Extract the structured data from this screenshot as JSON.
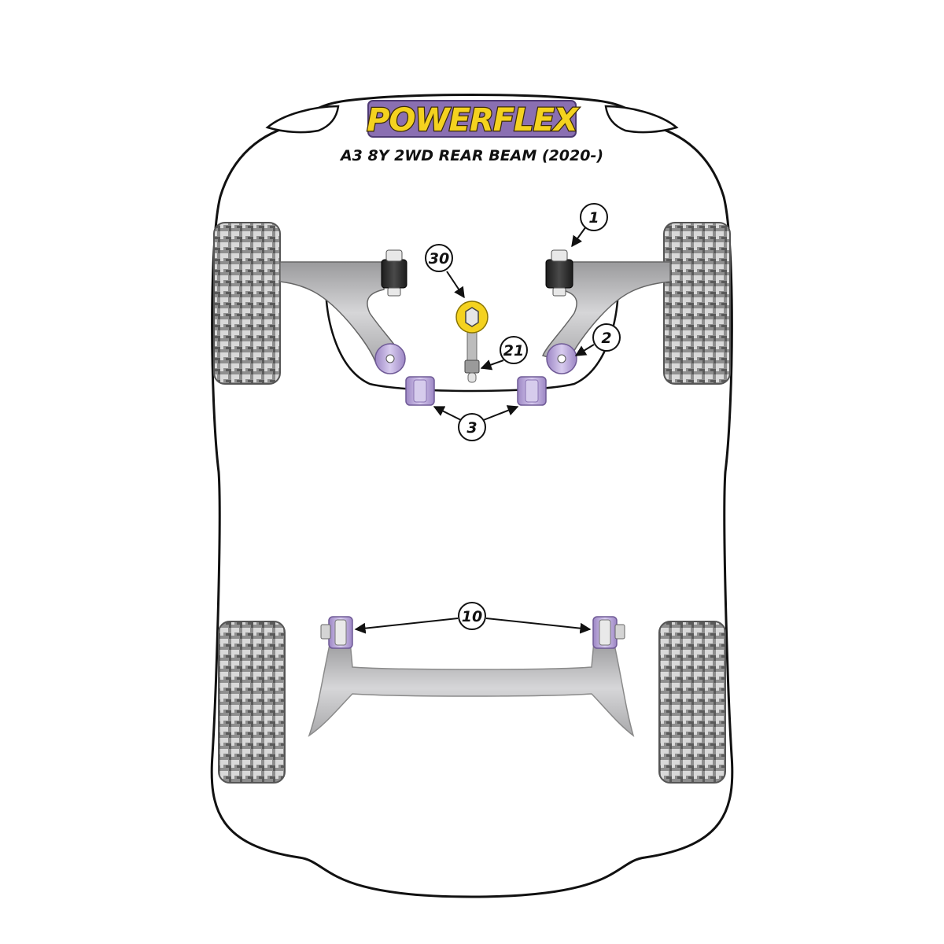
{
  "brand": {
    "logo_text": "POWERFLEX",
    "logo_bg_color": "#8a6fb2",
    "logo_fg_color": "#f4d21f"
  },
  "title": "A3 8Y 2WD REAR BEAM (2020-)",
  "colors": {
    "bush_purple": "#b7a2d9",
    "bush_black": "#2b2b2b",
    "arm_grey": "#c6c6c8",
    "link_yellow": "#f4d21f",
    "outline": "#111111"
  },
  "callouts": [
    {
      "label": "1"
    },
    {
      "label": "30"
    },
    {
      "label": "2"
    },
    {
      "label": "21"
    },
    {
      "label": "3"
    },
    {
      "label": "10"
    }
  ]
}
